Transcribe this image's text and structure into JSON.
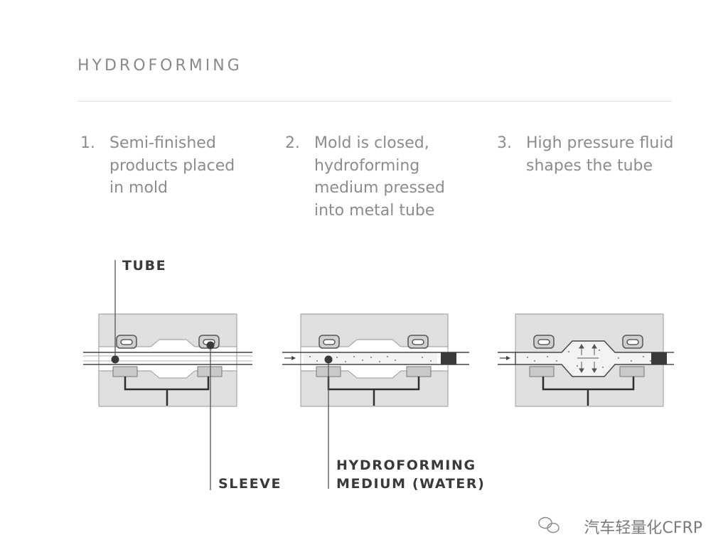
{
  "title": "HYDROFORMING",
  "steps": [
    {
      "number": "1.",
      "text": "Semi-finished\nproducts placed\nin mold"
    },
    {
      "number": "2.",
      "text": "Mold is closed,\nhydroforming\nmedium pressed\ninto metal tube"
    },
    {
      "number": "3.",
      "text": "High pressure fluid\nshapes the tube"
    }
  ],
  "labels": {
    "tube": "TUBE",
    "sleeve": "SLEEVE",
    "medium": "HYDROFORMING\nMEDIUM (WATER)"
  },
  "watermark": "汽车轻量化CFRP",
  "colors": {
    "mold_fill": "#e3e3e3",
    "outline": "#3a3a3a",
    "text": "#8c8c8c"
  }
}
